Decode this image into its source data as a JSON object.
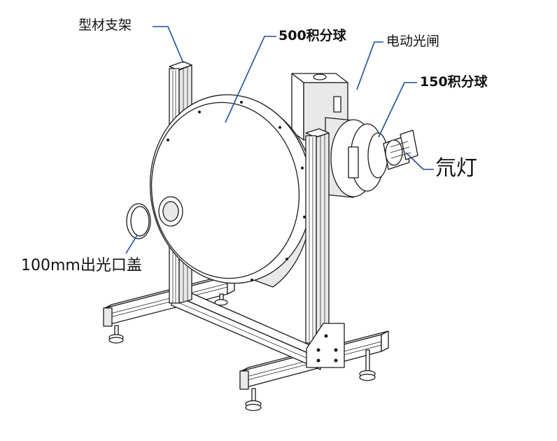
{
  "labels": {
    "frame": "型材支架",
    "sphere500": "500积分球",
    "shutter": "电动光闸",
    "sphere150": "150积分球",
    "lamp": "氘灯",
    "port_cover": "100mm出光口盖"
  },
  "colors": {
    "line": "#1a1a1a",
    "leader": "#1f4e96",
    "fill": "#ffffff",
    "shade": "#e9e9e9"
  }
}
